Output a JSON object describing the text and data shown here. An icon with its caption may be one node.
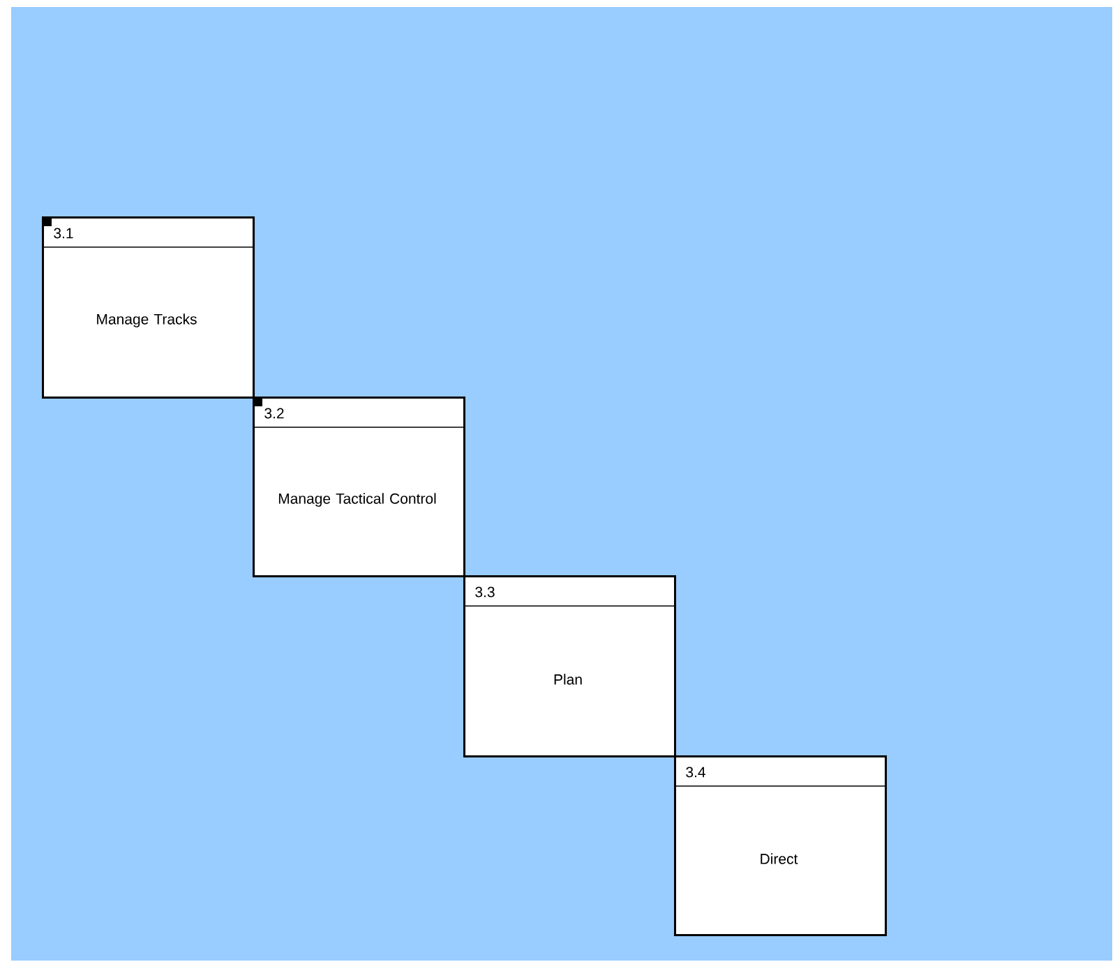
{
  "diagram": {
    "nodes": [
      {
        "text": [
          "3.1",
          "Manage Tracks"
        ]
      },
      {
        "text": [
          "3.2",
          "Manage Tactical Control"
        ]
      },
      {
        "text": [
          "3.3",
          "Plan"
        ]
      },
      {
        "text": [
          "3.4",
          "Direct"
        ]
      }
    ]
  }
}
